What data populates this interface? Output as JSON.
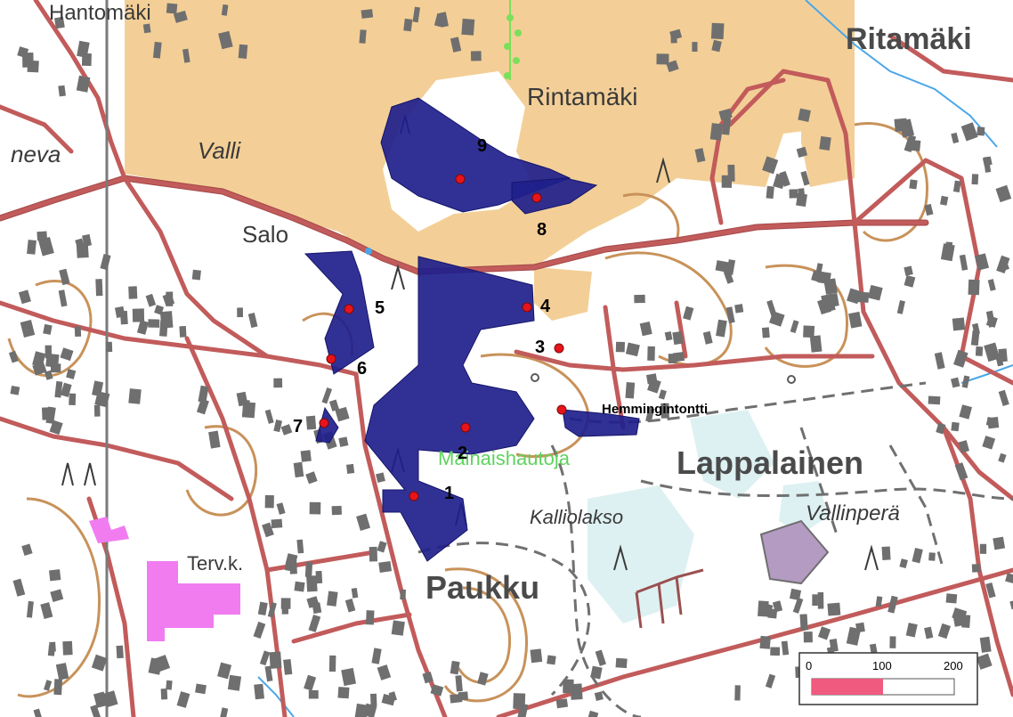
{
  "colors": {
    "background": "#ffffff",
    "field": "#f3cf97",
    "road_fill": "#c25b5b",
    "road_casing": "#a34848",
    "building": "#6f6f6f",
    "contour": "#c8925a",
    "polygon": "#1f1f8c",
    "point": "#e8141b",
    "water": "#4aa6e8",
    "marsh": "#d8eef0",
    "special_pink": "#f07cf0",
    "special_purple": "#b49bc2",
    "scale_bar": "#f05a7e"
  },
  "place_names": {
    "hantomaki": "Hantomäki",
    "ritamaki": "Ritamäki",
    "rintamaki": "Rintamäki",
    "valli": "Valli",
    "neva": "neva",
    "salo": "Salo",
    "lappalainen": "Lappalainen",
    "kalliolakso": "Kalliolakso",
    "vallinpera": "Vallinperä",
    "paukku": "Paukku",
    "tervk": "Terv.k.",
    "mainaishautoja": "Mainaishautoja",
    "hemmingintontti": "Hemmingintontti"
  },
  "site_labels": [
    "1",
    "2",
    "3",
    "4",
    "5",
    "6",
    "7",
    "8",
    "9"
  ],
  "scale_bar": {
    "labels": [
      "0",
      "100",
      "200"
    ],
    "min": 0,
    "max": 200,
    "filled_to": 100
  }
}
